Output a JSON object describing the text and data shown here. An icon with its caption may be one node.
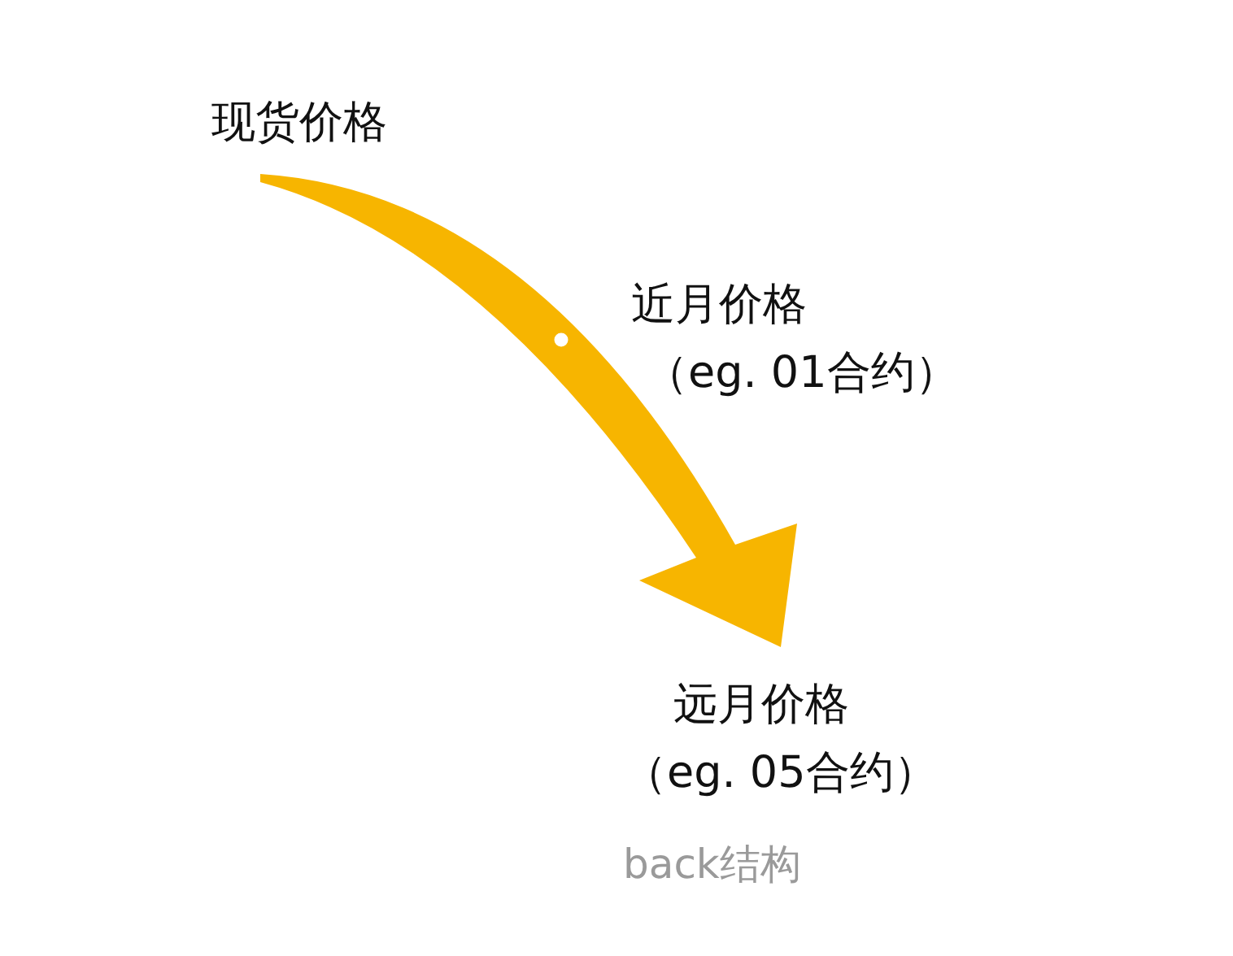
{
  "diagram": {
    "nodes": [
      {
        "text": [
          "现货价格"
        ]
      },
      {
        "text": [
          "近月价格",
          "（eg. 01合约）"
        ]
      },
      {
        "text": [
          "远月价格",
          "（eg. 05合约）"
        ]
      }
    ],
    "edges": [
      {
        "from": 0,
        "to": 2,
        "arrow": "to",
        "color": "#f7b500"
      }
    ],
    "labels": [
      "back结构"
    ]
  }
}
